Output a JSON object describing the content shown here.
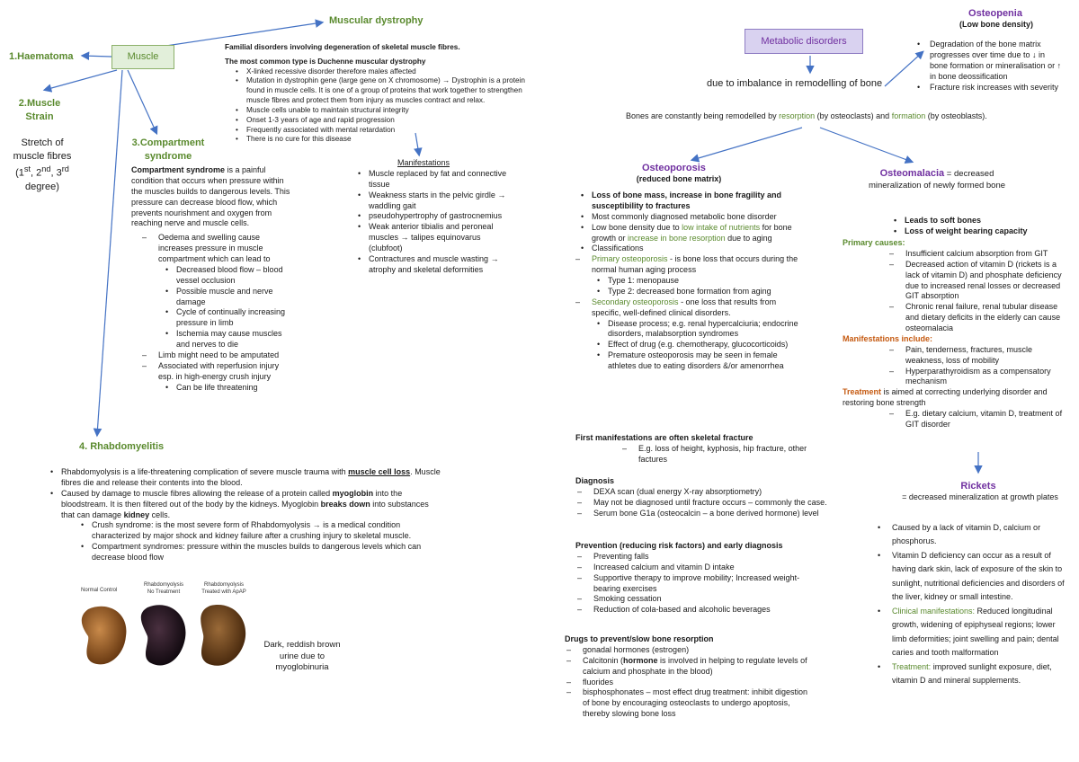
{
  "left": {
    "muscular_dystrophy": "Muscular dystrophy",
    "muscle": "Muscle",
    "haematoma": "1.Haematoma",
    "strain_title": "2.Muscle Strain",
    "strain_body": "Stretch of muscle fibres (1st, 2nd, 3rd degree)",
    "compartment_title": "3.Compartment syndrome",
    "compartment_term": "Compartment syndrome",
    "compartment_intro": " is a painful condition that occurs when pressure within the muscles builds to dangerous levels. This pressure can decrease blood flow, which prevents nourishment and oxygen from reaching nerve and muscle cells.",
    "compartment_items": [
      "Oedema and swelling cause increases pressure in muscle compartment which can lead to",
      "Limb might need to be amputated",
      "Associated with reperfusion injury esp. in high-energy crush injury"
    ],
    "compartment_sub": [
      "Decreased blood flow – blood vessel occlusion",
      "Possible muscle and nerve damage",
      "Cycle of continually increasing pressure in limb",
      "Ischemia may cause muscles and nerves to die"
    ],
    "life_threatening": "Can be life threatening",
    "dystrophy_intro": "Familial disorders involving degeneration of skeletal muscle fibres.",
    "dystrophy_common": "The most common type is Duchenne muscular dystrophy",
    "dystrophy_items": [
      "X-linked recessive disorder therefore males affected",
      "Mutation in dystrophin gene (large gene on X chromosome) → Dystrophin is a protein found in muscle cells. It is one of a group of proteins that work together to strengthen muscle fibres and protect them from injury as muscles contract and relax.",
      "Muscle cells unable to maintain structural integrity",
      "Onset 1-3 years of age and rapid progression",
      "Frequently associated with mental retardation",
      "There is no cure for this disease"
    ],
    "manifestations_title": "Manifestations",
    "manifestations": [
      "Muscle replaced by fat and connective tissue",
      "Weakness starts in the pelvic girdle → waddling gait",
      "pseudohypertrophy of gastrocnemius",
      "Weak anterior tibialis and peroneal muscles → talipes equinovarus (clubfoot)",
      "Contractures and muscle wasting → atrophy and skeletal deformities"
    ],
    "rhabdo_title": "4.  Rhabdomyelitis",
    "rhabdo_p1a": "Rhabdomyolysis is a life-threatening complication of severe muscle trauma with ",
    "rhabdo_p1b": "muscle cell loss",
    "rhabdo_p1c": ". Muscle fibres die and release their contents into the blood.",
    "rhabdo_p2a": "Caused by damage to muscle fibres allowing the release of a protein called ",
    "rhabdo_p2b": "myoglobin",
    "rhabdo_p2c": " into the bloodstream. It is then filtered out of the body by the kidneys. Myoglobin ",
    "rhabdo_p2d": "breaks down",
    "rhabdo_p2e": " into substances that can damage ",
    "rhabdo_p2f": "kidney",
    "rhabdo_p2g": " cells.",
    "rhabdo_sub": [
      "Crush syndrome: is the most severe form of Rhabdomyolysis → is a medical condition characterized by major shock and kidney failure after a crushing injury to skeletal muscle.",
      "Compartment syndromes: pressure within the muscles builds to dangerous levels which can decrease blood flow"
    ],
    "kidney_labels": [
      "Normal Control",
      "Rhabdomyolysis",
      "No Treatment",
      "Rhabdomyolysis",
      "Treated with ApAP"
    ],
    "urine_caption": "Dark, reddish brown urine due to myoglobinuria"
  },
  "right": {
    "metabolic": "Metabolic disorders",
    "imbalance": "due to imbalance in remodelling of bone",
    "remodel_a": "Bones are constantly being remodelled by ",
    "remodel_b": "resorption",
    "remodel_c": " (by osteoclasts) and ",
    "remodel_d": "formation",
    "remodel_e": " (by osteoblasts).",
    "osteopenia_title": "Osteopenia",
    "osteopenia_sub": "(Low bone density)",
    "osteopenia_items": [
      "Degradation of the bone matrix progresses over time due to ↓ in bone formation or mineralisation or ↑ in bone deossification",
      "Fracture risk increases with severity"
    ],
    "osteoporosis_title": "Osteoporosis",
    "osteoporosis_sub": "(reduced bone matrix)",
    "osteoporosis_items": [
      "Loss of bone mass, increase in bone fragility and susceptibility to fractures",
      "Most commonly diagnosed metabolic bone disorder"
    ],
    "low_density_a": "Low bone density due to ",
    "low_density_b": "low intake of nutrients",
    "low_density_c": " for bone growth or ",
    "low_density_d": "increase in bone resorption",
    "low_density_e": " due to aging",
    "classifications": "Classifications",
    "primary_a": "Primary osteoporosis",
    "primary_b": " - is bone loss that occurs during the normal human aging process",
    "primary_types": [
      "Type 1: menopause",
      "Type 2: decreased bone formation from aging"
    ],
    "secondary_a": "Secondary osteoporosis",
    "secondary_b": " - one loss that results from specific, well-defined clinical disorders.",
    "secondary_items": [
      "Disease process; e.g. renal hypercalciuria; endocrine disorders, malabsorption syndromes",
      "Effect of drug (e.g. chemotherapy, glucocorticoids)",
      "Premature osteoporosis may be seen in female athletes due to eating disorders &/or amenorrhea"
    ],
    "first_manif": "First manifestations are often skeletal fracture",
    "first_manif_sub": "E.g. loss of height, kyphosis, hip fracture, other factures",
    "diagnosis_title": "Diagnosis",
    "diagnosis": [
      "DEXA scan (dual energy X-ray absorptiometry)",
      "May not be diagnosed until fracture occurs – commonly the case.",
      "Serum bone G1a (osteocalcin – a bone derived hormone) level"
    ],
    "prevention_title": "Prevention (reducing risk factors) and early diagnosis",
    "prevention": [
      "Preventing falls",
      "Increased calcium and vitamin D intake",
      "Supportive therapy to improve mobility; Increased weight-bearing exercises",
      "Smoking cessation",
      "Reduction of cola-based and alcoholic beverages"
    ],
    "drugs_title": "Drugs to prevent/slow bone resorption",
    "drug_1": "gonadal hormones (estrogen)",
    "drug_2a": "Calcitonin (",
    "drug_2b": "hormone",
    "drug_2c": " is involved in helping to regulate levels of calcium and phosphate in the blood)",
    "drug_3": "fluorides",
    "drug_4": "bisphosphonates – most effect drug treatment: inhibit digestion of bone by encouraging osteoclasts to undergo apoptosis, thereby slowing bone loss",
    "osteomalacia_title": "Osteomalacia",
    "osteomalacia_def": " = decreased mineralization of newly formed bone",
    "osteomalacia_bullets": [
      "Leads to soft bones",
      "Loss of weight bearing capacity"
    ],
    "primary_causes": "Primary causes:",
    "causes": [
      "Insufficient calcium absorption from GIT",
      "Decreased action of vitamin D (rickets is a lack of vitamin D) and phosphate deficiency due to increased renal losses or decreased GIT absorption",
      "Chronic renal failure, renal tubular disease and dietary deficits in the elderly can cause osteomalacia"
    ],
    "manif_include": "Manifestations include:",
    "manif_items": [
      "Pain, tenderness, fractures, muscle weakness, loss of mobility",
      "Hyperparathyroidism as a compensatory mechanism"
    ],
    "treatment_word": "Treatment",
    "treatment_rest": " is aimed at correcting underlying disorder and restoring bone strength",
    "treatment_eg": "E.g. dietary calcium, vitamin D, treatment of GIT disorder",
    "rickets_title": "Rickets",
    "rickets_def": "= decreased mineralization at growth plates",
    "rickets_1": "Caused by a lack of vitamin D, calcium or phosphorus.",
    "rickets_2": "Vitamin D deficiency can occur as a result of having dark skin, lack of exposure of the skin to sunlight, nutritional deficiencies and disorders of the liver, kidney or small intestine.",
    "rickets_3a": "Clinical manifestations:",
    "rickets_3b": " Reduced longitudinal growth, widening of epiphyseal regions; lower limb deformities; joint swelling and pain; dental caries and tooth malformation",
    "rickets_4a": "Treatment:",
    "rickets_4b": " improved sunlight exposure, diet, vitamin D and mineral supplements."
  },
  "colors": {
    "green": "#5a8a2e",
    "purple": "#7030a0",
    "orange": "#c55a11",
    "arrow": "#4472c4",
    "muscle_box": "#e2efda",
    "metabolic_box": "#d9d2f0"
  }
}
